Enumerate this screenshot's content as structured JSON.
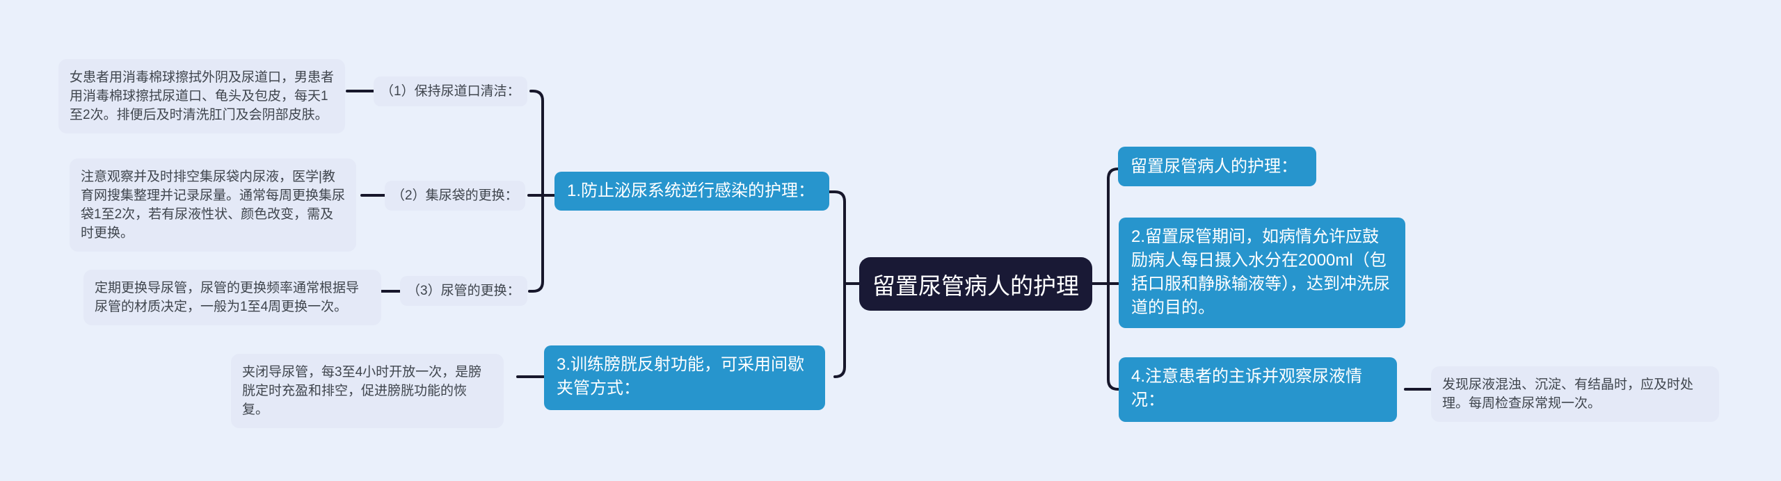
{
  "page": {
    "background": "#eaf0fb"
  },
  "colors": {
    "node_blue": "#2795cd",
    "node_dark": "#191935",
    "note_background": "#e4e9f7",
    "note_text": "#3f454d",
    "connector_line": "#17172b",
    "node_text": "#ffffff"
  },
  "root": {
    "label": "留置尿管病人的护理"
  },
  "left_branch": {
    "node1": {
      "label": "1.防止泌尿系统逆行感染的护理："
    },
    "items": [
      {
        "label": "（1）保持尿道口清洁：",
        "note": "女患者用消毒棉球擦拭外阴及尿道口，男患者用消毒棉球擦拭尿道口、龟头及包皮，每天1至2次。排便后及时清洗肛门及会阴部皮肤。"
      },
      {
        "label": "（2）集尿袋的更换：",
        "note": "注意观察并及时排空集尿袋内尿液，医学|教育网搜集整理并记录尿量。通常每周更换集尿袋1至2次，若有尿液性状、颜色改变，需及时更换。"
      },
      {
        "label": "（3）尿管的更换：",
        "note": "定期更换导尿管，尿管的更换频率通常根据导尿管的材质决定，一般为1至4周更换一次。"
      }
    ],
    "node3": {
      "label": "3.训练膀胱反射功能，可采用间歇夹管方式：",
      "note": "夹闭导尿管，每3至4小时开放一次，是膀胱定时充盈和排空，促进膀胱功能的恢复。"
    }
  },
  "right_branch": {
    "title_node": {
      "label": "留置尿管病人的护理："
    },
    "node2": {
      "label": "2.留置尿管期间，如病情允许应鼓励病人每日摄入水分在2000ml（包括口服和静脉输液等），达到冲洗尿道的目的。"
    },
    "node4": {
      "label": "4.注意患者的主诉并观察尿液情况：",
      "note": "发现尿液混浊、沉淀、有结晶时，应及时处理。每周检查尿常规一次。"
    }
  }
}
